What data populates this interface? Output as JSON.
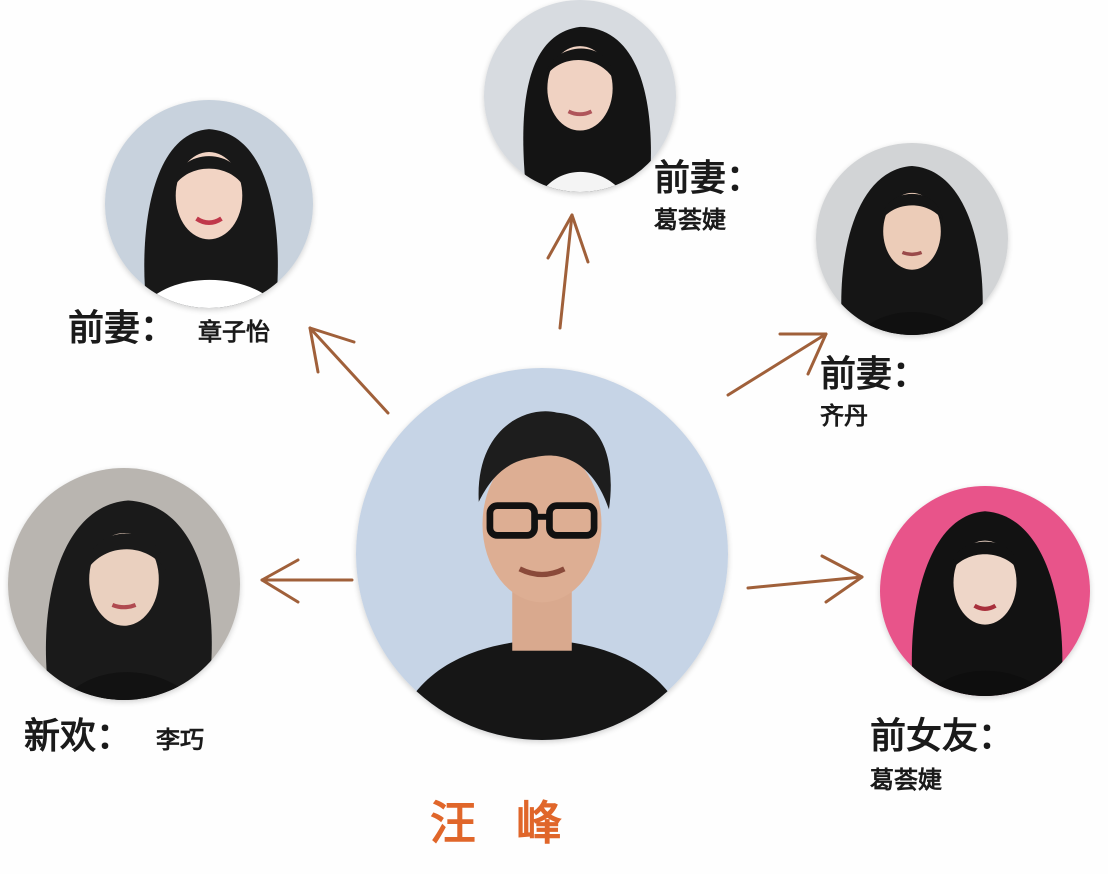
{
  "center": {
    "name": "汪峰",
    "name_color": "#e0662a"
  },
  "relations": [
    {
      "id": "zhang",
      "role": "前妻：",
      "name": "章子怡"
    },
    {
      "id": "ge",
      "role": "前妻：",
      "name": "葛荟婕"
    },
    {
      "id": "qi",
      "role": "前妻：",
      "name": "齐丹"
    },
    {
      "id": "li",
      "role": "新欢：",
      "name": "李巧"
    },
    {
      "id": "gf",
      "role": "前女友：",
      "name": "葛荟婕"
    }
  ],
  "colors": {
    "arrow": "#a0603a",
    "pink_bg": "#e8548a",
    "photo_bg": "#c9d3e0"
  }
}
